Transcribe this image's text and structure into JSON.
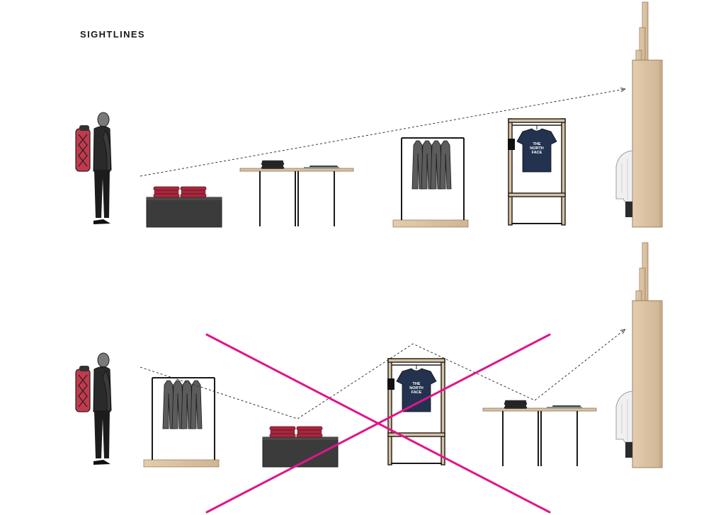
{
  "title": "SIGHTLINES",
  "tshirt_logo": [
    "THE",
    "NORTH",
    "FACE"
  ],
  "colors": {
    "cross": "#e0158c",
    "wood": "#d9c2a2",
    "wood_dark": "#b59a78",
    "metal": "#1a1a1a",
    "stone": "#3b3b3b",
    "folded_red": "#a8283d",
    "tshirt": "#22324f",
    "backpack": "#c23a4c"
  },
  "panels": [
    {
      "name": "sightline-good",
      "crossed_out": false
    },
    {
      "name": "sightline-bad",
      "crossed_out": true
    }
  ]
}
